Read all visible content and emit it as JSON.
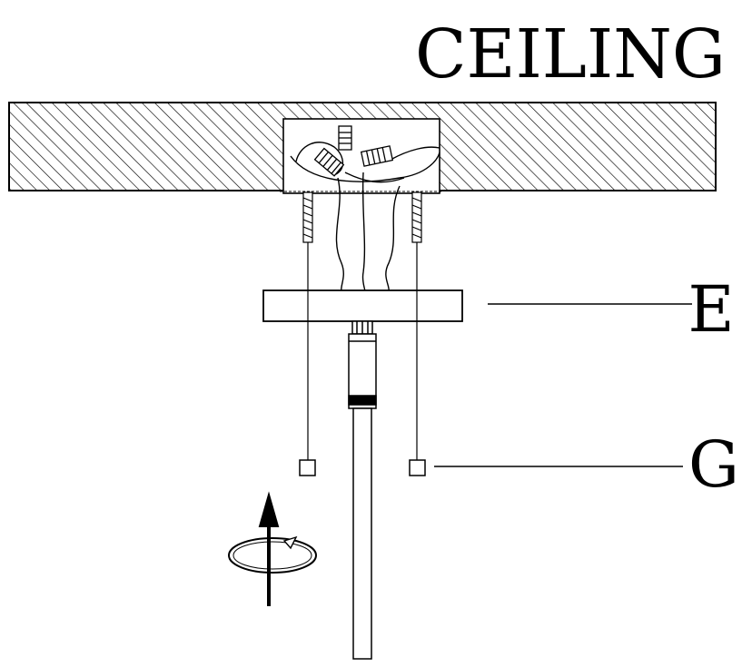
{
  "labels": {
    "ceiling": "CEILING",
    "canopy": "E",
    "screw": "G"
  },
  "colors": {
    "line": "#000000",
    "background": "#ffffff"
  },
  "icons": {
    "rotate": "rotate-arrow-icon"
  }
}
